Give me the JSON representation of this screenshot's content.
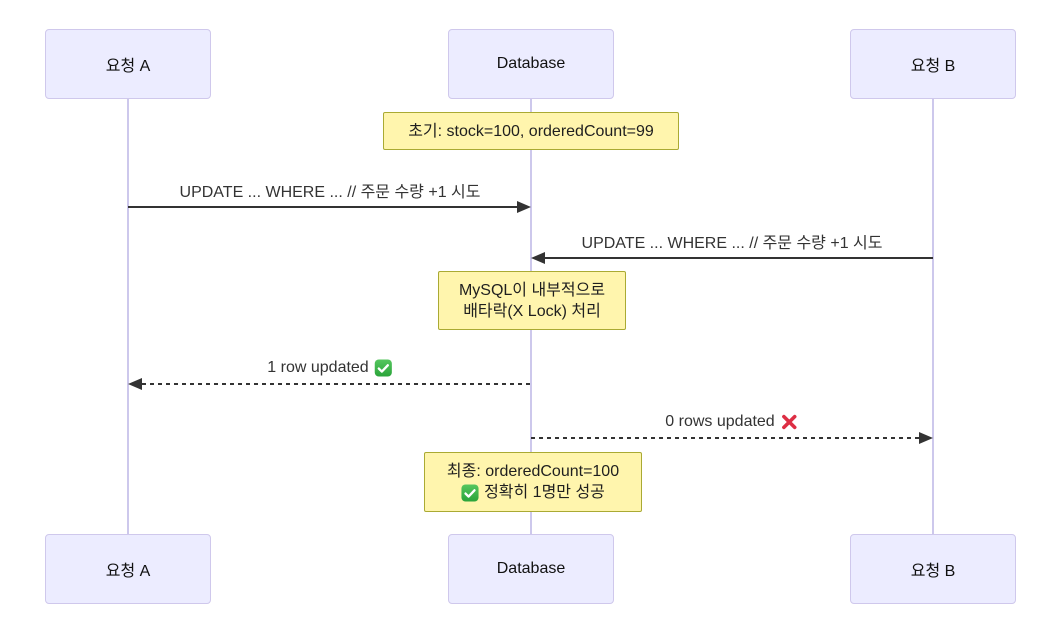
{
  "diagram": {
    "type": "sequence",
    "actors": [
      {
        "id": "request-a",
        "label": "요청 A"
      },
      {
        "id": "database",
        "label": "Database"
      },
      {
        "id": "request-b",
        "label": "요청 B"
      }
    ],
    "notes": [
      {
        "text": "초기: stock=100, orderedCount=99"
      },
      {
        "line1": "MySQL이 내부적으로",
        "line2": "배타락(X Lock) 처리"
      },
      {
        "line1": "최종: orderedCount=100",
        "line2_icon": "white-check-mark-emoji",
        "line2": "정확히 1명만 성공"
      }
    ],
    "messages": [
      {
        "from": "요청 A",
        "to": "Database",
        "line": "solid",
        "text": "UPDATE ... WHERE ... // 주문 수량 +1 시도"
      },
      {
        "from": "요청 B",
        "to": "Database",
        "line": "solid",
        "text": "UPDATE ... WHERE ... // 주문 수량 +1 시도"
      },
      {
        "from": "Database",
        "to": "요청 A",
        "line": "dashed",
        "text": "1 row updated",
        "icon": "white-check-mark-emoji"
      },
      {
        "from": "Database",
        "to": "요청 B",
        "line": "dashed",
        "text": "0 rows updated",
        "icon": "cross-mark-emoji"
      }
    ],
    "colors": {
      "actor_fill": "#ececff",
      "actor_border": "#cfc8ec",
      "lifeline": "#cdc8ec",
      "note_fill": "#fff5ad",
      "note_border": "#aaaa33",
      "message": "#333333",
      "check_green": "#3bb54a",
      "cross_red": "#dd2e44"
    }
  }
}
